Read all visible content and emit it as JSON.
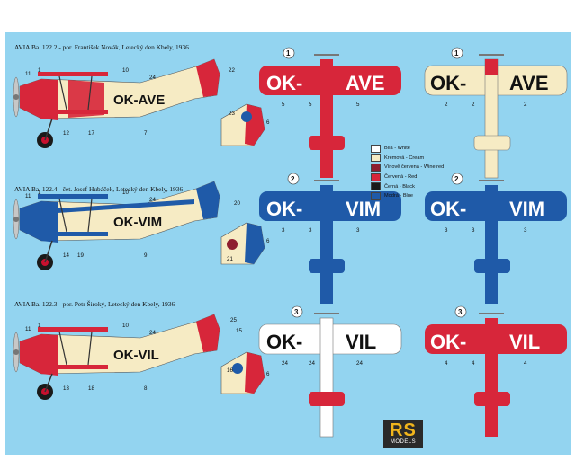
{
  "captions": [
    "AVIA  Ba. 122.2 - por. František Novák, Letecký den Kbely, 1936",
    "AVIA  Ba. 122.4 - čet. Josef Hubáček, Letecký den Kbely, 1936",
    "AVIA  Ba. 122.3 - por. Petr Široký, Letecký den Kbely, 1936"
  ],
  "variants": [
    {
      "number": "1",
      "reg_left": "OK-",
      "reg_right": "AVE",
      "side_reg": "OK-AVE",
      "callouts_side": [
        "11",
        "1",
        "10",
        "24",
        "22",
        "12",
        "17",
        "7"
      ],
      "callouts_tail": [
        "23",
        "6"
      ],
      "callouts_top": [
        "5",
        "5",
        "5"
      ],
      "callouts_bottom": [
        "2",
        "2",
        "2"
      ]
    },
    {
      "number": "2",
      "reg_left": "OK-",
      "reg_right": "VIM",
      "side_reg": "OK-VIM",
      "callouts_side": [
        "11",
        "1",
        "10",
        "24",
        "20",
        "14",
        "19",
        "9"
      ],
      "callouts_tail": [
        "21",
        "6"
      ],
      "callouts_top": [
        "3",
        "3",
        "3"
      ],
      "callouts_bottom": [
        "3",
        "3",
        "3"
      ]
    },
    {
      "number": "3",
      "reg_left": "OK-",
      "reg_right": "VIL",
      "side_reg": "OK-VIL",
      "callouts_side": [
        "11",
        "1",
        "10",
        "24",
        "25",
        "15",
        "13",
        "18",
        "8"
      ],
      "callouts_tail": [
        "16",
        "6"
      ],
      "callouts_top": [
        "24",
        "24",
        "24"
      ],
      "callouts_bottom": [
        "4",
        "4",
        "4"
      ]
    }
  ],
  "legend": [
    {
      "label": "Bílá - White",
      "color": "#ffffff"
    },
    {
      "label": "Krémová - Cream",
      "color": "#f6ebc4"
    },
    {
      "label": "Vínově červená - Wine red",
      "color": "#8e1e2f"
    },
    {
      "label": "Červená - Red",
      "color": "#d7263a"
    },
    {
      "label": "Černá - Black",
      "color": "#1a1a1a"
    },
    {
      "label": "Modrá - Blue",
      "color": "#1f5aa8"
    }
  ],
  "logo": {
    "main": "RS",
    "sub": "MODELS"
  },
  "colors": {
    "background": "#93d4f0",
    "cream": "#f6ebc4",
    "red": "#d7263a",
    "wine": "#8e1e2f",
    "blue": "#1f5aa8",
    "white": "#ffffff",
    "black": "#1a1a1a"
  }
}
